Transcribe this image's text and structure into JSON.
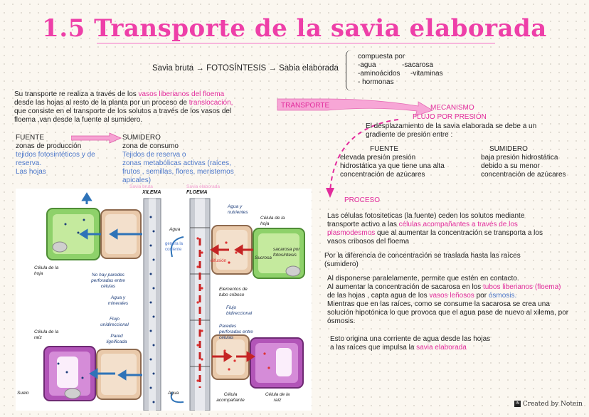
{
  "title": "1.5 Transporte de la savia elaborada",
  "formula": "Savia bruta → FOTOSÍNTESIS → Sabia elaborada",
  "composition": {
    "head": "compuesta por",
    "items": [
      "-agua",
      "-sacarosa",
      "-aminoácidos",
      "-vitaminas",
      "- hormonas"
    ]
  },
  "intro": {
    "p1": "Su transporte re realiza a través de los ",
    "p1_pink": "vasos liberianos del floema",
    "p2": "desde las hojas al resto de la planta por un proceso de ",
    "p2_pink": "translocación,",
    "p3": "que consiste en el transporte de los solutos a través de los vasos del",
    "p4": "floema ,van desde la fuente al sumidero."
  },
  "source": {
    "title": "FUENTE",
    "line": "zonas de producción",
    "blue1": "tejidos fotosintéticos y de",
    "blue2": "reserva.",
    "blue3": "Las hojas"
  },
  "sink": {
    "title": "SUMIDERO",
    "line": "zona de consumo",
    "blue1": "Tejidos de reserva o",
    "blue2": "zonas metabólicas activas (raíces,",
    "blue3": "frutos , semillas, flores, meristemos",
    "blue4": "apicales)"
  },
  "labels": {
    "transporte": "TRANSPORTE",
    "mecanismo": "MECANISMO",
    "flujo": "FLUJO POR PRESIÓN",
    "proceso": "PROCESO"
  },
  "mechanism": {
    "line1": "El desplazamiento de la savia elaborada se debe a un",
    "line2": "gradiente de presión entre :",
    "fuente_title": "FUENTE",
    "fuente_1": "elevada presión presión",
    "fuente_2": "hidrostática ya que tiene una alta",
    "fuente_3": "concentración de azúcares",
    "sumidero_title": "SUMIDERO",
    "sumidero_1": "baja presión hidrostática",
    "sumidero_2": "debido a su menor",
    "sumidero_3": "concentración de azúcares"
  },
  "process": {
    "a1": "Las células fotositeticas (la fuente) ceden los solutos mediante",
    "a2": "transporte activo a las ",
    "a2_pink": "células acompañantes a través de los",
    "a3_pink": "plasmodesmos",
    "a3": " que al aumentar la concentración se transporta a los",
    "a4": "vasos cribosos del floema",
    "b1": "Por la diferencia de concentración se traslada hasta las raíces",
    "b2": "(sumidero)",
    "c1": "Al disponerse paralelamente, permite que estén en contacto.",
    "c2": "Al aumentar la concentración de sacarosa en los ",
    "c2_pink": "tubos liberianos (floema)",
    "c3": "de las hojas , capta agua de los ",
    "c3_pink": "vasos leñosos",
    "c3b": " por ",
    "c3_blue": "ósmosis.",
    "c4": "Mientras que en las raíces, como se consume la sacarosa se crea una",
    "c5": "solución hipotónica lo que provoca que el agua pase de nuevo al xilema,  por",
    "c6": "ósmosis.",
    "d1": "Esto origina una corriente de agua desde las hojas",
    "d2": "a las raíces que impulsa la ",
    "d2_pink": "savia elaborada"
  },
  "figure": {
    "xilema": "XILEMA",
    "floema": "FLOEMA",
    "savia_bruta": "Savia bruta",
    "savia_elaborada": "Savia elaborada",
    "agua_nutrientes": "Agua y nutrientes",
    "celula_hoja": "Célula de la hoja",
    "agua": "Agua",
    "genera": "genera la corriente",
    "sacarosa": "sacarosa por fotosíntesis",
    "sucrosa": "Sucrosa",
    "celula_hoja2": "Célula de la hoja",
    "no_hay": "No hay paredes perforadas entre células",
    "difusion": "difusión",
    "elementos": "Elementos de tubo criboso",
    "agua_minerales": "Agua y minerales",
    "flujo_bi": "Flujo bidireccional",
    "flujo_uni": "Flujo unidireccional",
    "celula_raiz": "Célula de la raíz",
    "pared": "Pared lignificada",
    "paredes_perf": "Paredes perforadas entre células",
    "suelo": "Suelo",
    "agua2": "Agua",
    "celula_acomp": "Célula acompañante",
    "celula_raiz2": "Célula de la raíz"
  },
  "footer": "Created by Notein",
  "footer_logo": "NOTE IN"
}
